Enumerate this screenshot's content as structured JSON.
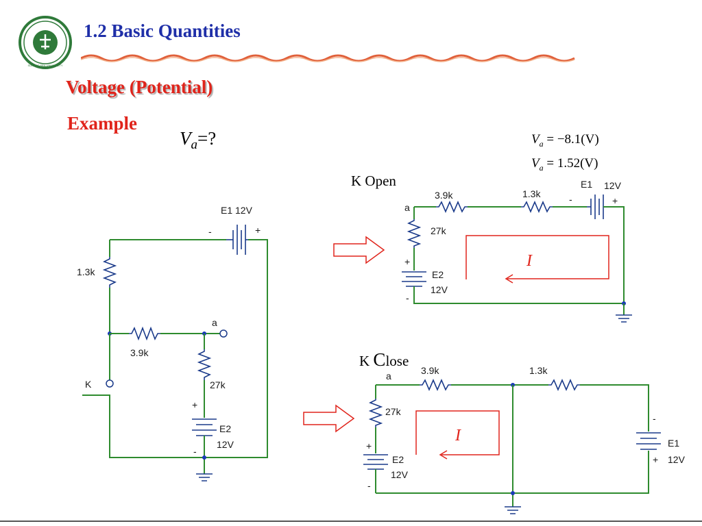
{
  "slide": {
    "title": "1.2 Basic Quantities",
    "heading": "Voltage (Potential)",
    "example_label": "Example",
    "question": "=?",
    "var_symbol": "V",
    "var_sub": "a",
    "equations": [
      {
        "lhs": "V",
        "sub": "a",
        "rhs": "= −8.1(V)"
      },
      {
        "lhs": "V",
        "sub": "a",
        "rhs": "= 1.52(V)"
      }
    ],
    "k_open": "K  Open",
    "k_close_prefix": "K  ",
    "k_close_big": "C",
    "k_close_rest": "lose"
  },
  "circuit_main": {
    "e1": "E1  12V",
    "r1": "1.3k",
    "r2": "3.9k",
    "r3": "27k",
    "node_a": "a",
    "switch": "K",
    "e2": "E2",
    "e2_v": "12V",
    "plus": "+",
    "minus": "-"
  },
  "circuit_open": {
    "node_a": "a",
    "r1": "3.9k",
    "r2": "1.3k",
    "e1": "E1",
    "e1_v": "12V",
    "r3": "27k",
    "e2": "E2",
    "e2_v": "12V",
    "current": "I",
    "plus": "+",
    "minus": "-"
  },
  "circuit_close": {
    "node_a": "a",
    "r1": "3.9k",
    "r2": "1.3k",
    "r3": "27k",
    "e1": "E1",
    "e1_v": "12V",
    "e2": "E2",
    "e2_v": "12V",
    "current": "I",
    "plus": "+",
    "minus": "-"
  },
  "colors": {
    "title": "#1f2fa8",
    "heading": "#e0241b",
    "wire": "#2e8b2e",
    "component": "#1a3a8a",
    "logo": "#2f7a3a"
  },
  "logo_text": "SUN YAT-SEN UNIVERSITY"
}
